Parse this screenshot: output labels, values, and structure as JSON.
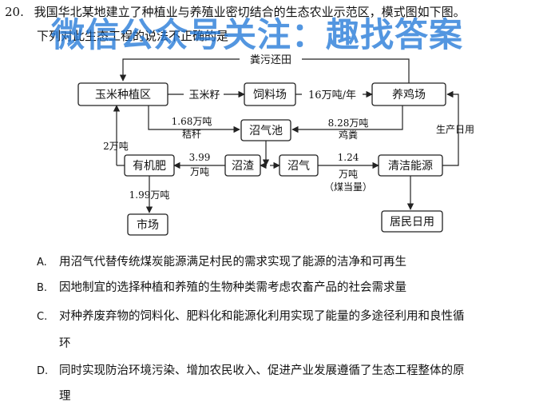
{
  "question": {
    "number": "20.",
    "line1": "我国华北某地建立了种植业与养殖业密切结合的生态农业示范区，模式图如下图。",
    "line2": "下列对此生态工程的说法不正确的是"
  },
  "watermark": "微信公众号关注：趣找答案",
  "diagram": {
    "boxes": {
      "corn": "玉米种植区",
      "feed": "饲料场",
      "chicken": "养鸡场",
      "biogas_pool": "沼气池",
      "fertilizer": "有机肥",
      "residue": "沼渣",
      "biogas": "沼气",
      "clean_energy": "清洁能源",
      "market": "市场",
      "residents": "居民日用"
    },
    "labels": {
      "manure_return": "粪污还田",
      "corn_kernel": "玉米籽",
      "feed_amount": "16万吨/年",
      "straw_amount": "1.68万吨",
      "straw": "秸秆",
      "dung_amount": "8.28万吨",
      "dung": "鸡粪",
      "production_life": "生产日用",
      "two_wt": "2万吨",
      "residue_amt_num": "3.99",
      "residue_amt_unit": "万吨",
      "gas_amt_num": "1.24",
      "gas_amt_unit": "万吨",
      "gas_amt_note": "（煤当量）",
      "market_amt": "1.99万吨"
    }
  },
  "options": [
    {
      "label": "A.",
      "text": "用沼气代替传统煤炭能源满足村民的需求实现了能源的洁净和可再生"
    },
    {
      "label": "B.",
      "text": "因地制宜的选择种植和养殖的生物种类需考虑农畜产品的社会需求量"
    },
    {
      "label": "C.",
      "text": "对种养废弃物的饲料化、肥料化和能源化利用实现了能量的多途径利用和良性循",
      "cont": "环"
    },
    {
      "label": "D.",
      "text": "同时实现防治环境污染、增加农民收入、促进产业发展遵循了生态工程整体的原",
      "cont": "理"
    }
  ]
}
